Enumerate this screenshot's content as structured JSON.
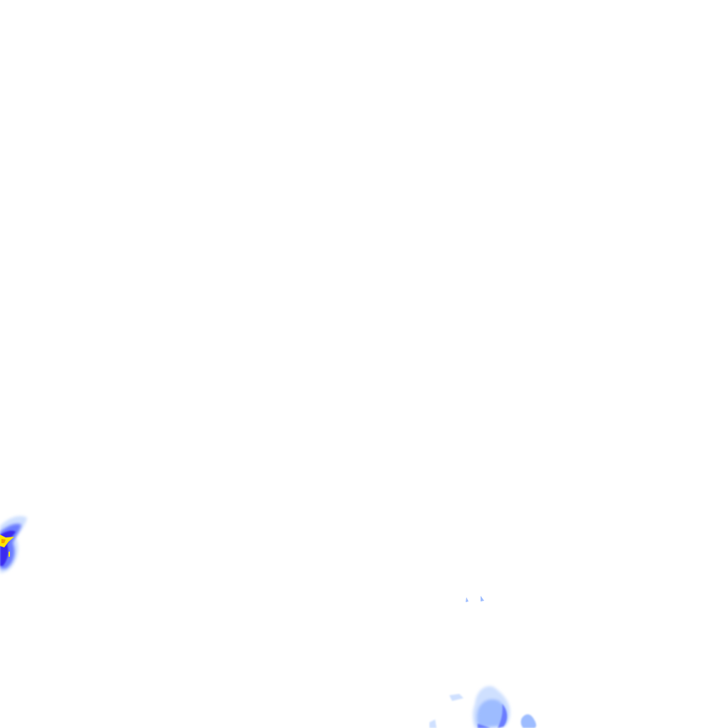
{
  "map": {
    "type": "radar-precipitation-tile",
    "background_color": "#ffffff",
    "intensity_colors": {
      "very_light": "#cfe0ff",
      "light": "#9dbcff",
      "moderate": "#6a7bff",
      "heavy": "#3a2cf0",
      "very_heavy": "#ffe600",
      "extreme": "#f0a000"
    },
    "echo_regions": [
      {
        "name": "west-edge-cell",
        "peak_intensity": "extreme"
      },
      {
        "name": "south-cell",
        "peak_intensity": "heavy"
      },
      {
        "name": "south-east-fragment",
        "peak_intensity": "light"
      },
      {
        "name": "small-speckles",
        "peak_intensity": "light"
      }
    ]
  }
}
